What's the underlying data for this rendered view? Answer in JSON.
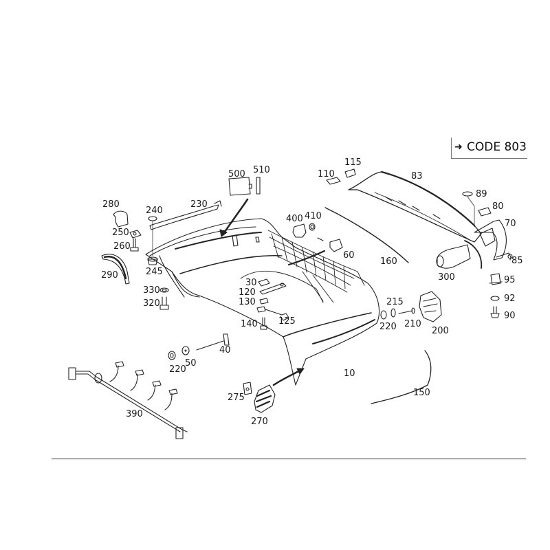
{
  "diagram": {
    "title": "Rear bumper exploded parts diagram",
    "code_box": {
      "arrow_icon": "arrow-right-icon",
      "text": "CODE 803"
    },
    "line_color": "#222222",
    "part_labels": [
      {
        "id": "p10",
        "text": "10"
      },
      {
        "id": "p30",
        "text": "30"
      },
      {
        "id": "p40",
        "text": "40"
      },
      {
        "id": "p50",
        "text": "50"
      },
      {
        "id": "p60",
        "text": "60"
      },
      {
        "id": "p70",
        "text": "70"
      },
      {
        "id": "p80",
        "text": "80"
      },
      {
        "id": "p83",
        "text": "83"
      },
      {
        "id": "p85",
        "text": "85"
      },
      {
        "id": "p89",
        "text": "89"
      },
      {
        "id": "p90",
        "text": "90"
      },
      {
        "id": "p92",
        "text": "92"
      },
      {
        "id": "p95",
        "text": "95"
      },
      {
        "id": "p110",
        "text": "110"
      },
      {
        "id": "p115",
        "text": "115"
      },
      {
        "id": "p120",
        "text": "120"
      },
      {
        "id": "p125",
        "text": "125"
      },
      {
        "id": "p130",
        "text": "130"
      },
      {
        "id": "p140",
        "text": "140"
      },
      {
        "id": "p150",
        "text": "150"
      },
      {
        "id": "p160",
        "text": "160"
      },
      {
        "id": "p200",
        "text": "200"
      },
      {
        "id": "p210",
        "text": "210"
      },
      {
        "id": "p215",
        "text": "215"
      },
      {
        "id": "p220a",
        "text": "220"
      },
      {
        "id": "p220b",
        "text": "220"
      },
      {
        "id": "p230",
        "text": "230"
      },
      {
        "id": "p240",
        "text": "240"
      },
      {
        "id": "p245",
        "text": "245"
      },
      {
        "id": "p250",
        "text": "250"
      },
      {
        "id": "p260",
        "text": "260"
      },
      {
        "id": "p270",
        "text": "270"
      },
      {
        "id": "p275",
        "text": "275"
      },
      {
        "id": "p280",
        "text": "280"
      },
      {
        "id": "p290",
        "text": "290"
      },
      {
        "id": "p300",
        "text": "300"
      },
      {
        "id": "p320",
        "text": "320"
      },
      {
        "id": "p330",
        "text": "330"
      },
      {
        "id": "p390",
        "text": "390"
      },
      {
        "id": "p400",
        "text": "400"
      },
      {
        "id": "p410",
        "text": "410"
      },
      {
        "id": "p500",
        "text": "500"
      },
      {
        "id": "p510",
        "text": "510"
      }
    ]
  }
}
